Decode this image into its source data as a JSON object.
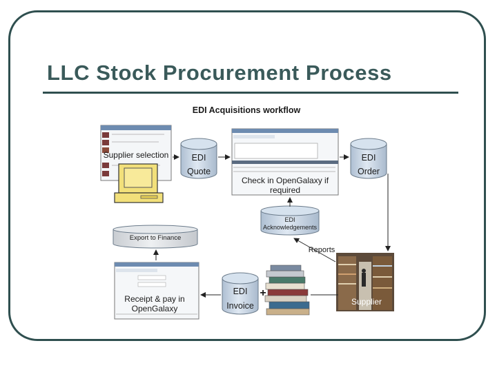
{
  "slide": {
    "title": "LLC Stock Procurement Process"
  },
  "workflow": {
    "heading": "EDI Acquisitions workflow",
    "supplier_selection": "Supplier selection",
    "edi_quote_line1": "EDI",
    "edi_quote_line2": "Quote",
    "check_line1": "Check in OpenGalaxy if",
    "check_line2": "required",
    "edi_order_line1": "EDI",
    "edi_order_line2": "Order",
    "edi_ack_line1": "EDI",
    "edi_ack_line2": "Acknowledgements",
    "export_finance": "Export to Finance",
    "reports": "Reports",
    "receipt_line1": "Receipt & pay in",
    "receipt_line2": "OpenGalaxy",
    "edi_invoice_line1": "EDI",
    "edi_invoice_line2": "Invoice",
    "plus": "+",
    "supplier": "Supplier"
  },
  "colors": {
    "cylinder_fill": "#c8d8e8",
    "cylinder_edge": "#6a7a8a",
    "frame": "#2f4f4f",
    "title": "#3a5a5a"
  }
}
